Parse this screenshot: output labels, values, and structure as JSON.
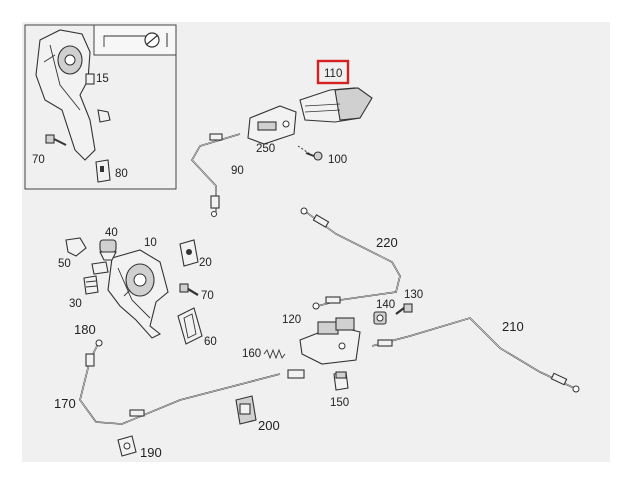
{
  "colors": {
    "background": "#f0f0f0",
    "line": "#333333",
    "highlight_box": "#d32020"
  },
  "icons": {
    "inset_symbol": "cable-pull-symbol-icon"
  },
  "labels": {
    "l15": "15",
    "l70_inset": "70",
    "l80": "80",
    "l110": "110",
    "l250": "250",
    "l100": "100",
    "l90": "90",
    "l220": "220",
    "l40": "40",
    "l10": "10",
    "l50": "50",
    "l20": "20",
    "l70": "70",
    "l30": "30",
    "l180": "180",
    "l60": "60",
    "l140": "140",
    "l130": "130",
    "l120": "120",
    "l210": "210",
    "l160": "160",
    "l170": "170",
    "l150": "150",
    "l200": "200",
    "l190": "190"
  },
  "highlighted_label": "110"
}
